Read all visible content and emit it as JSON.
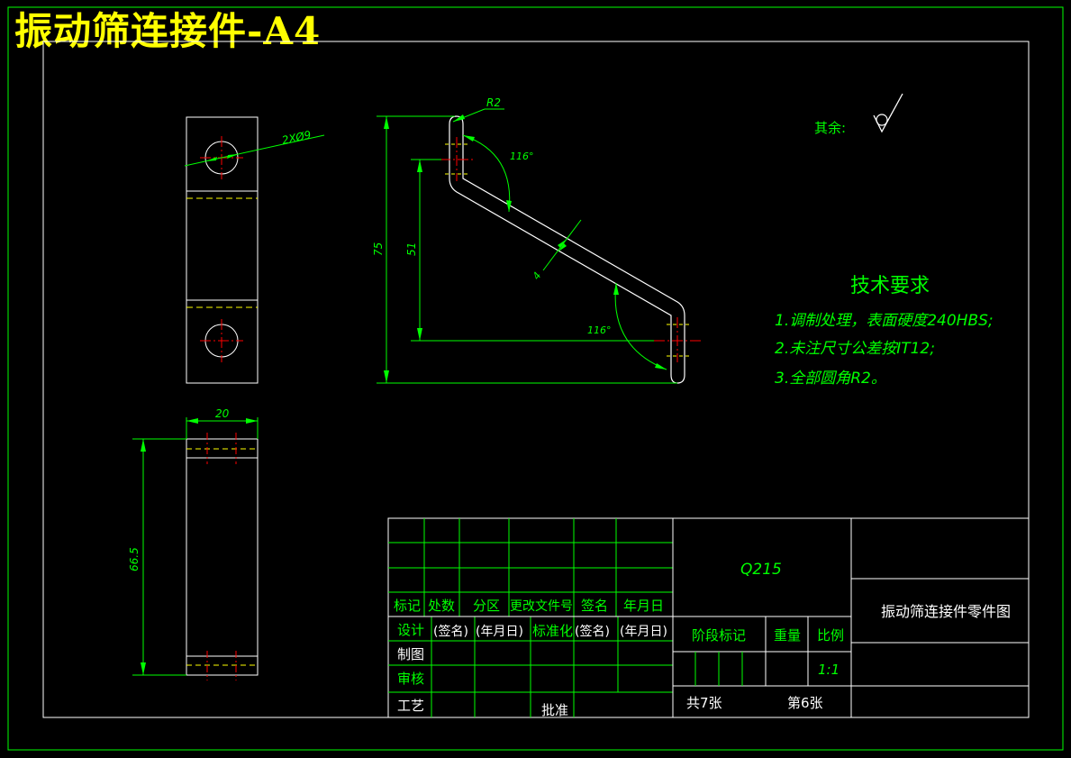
{
  "sheet": {
    "banner_title": "振动筛连接件-A4"
  },
  "dimensions": {
    "holes": "2XØ9",
    "radius": "R2",
    "height_total": "75",
    "height_inner": "51",
    "angle_top": "116°",
    "angle_bottom": "116°",
    "thickness": "4",
    "width": "20",
    "length": "66.5"
  },
  "surface": {
    "label": "其余:"
  },
  "tech_requirements": {
    "title": "技术要求",
    "items": [
      "1.调制处理，表面硬度240HBS;",
      "2.未注尺寸公差按IT12;",
      "3.全部圆角R2。"
    ]
  },
  "title_block": {
    "material": "Q215",
    "part_name": "振动筛连接件零件图",
    "headers": [
      "标记",
      "处数",
      "分区",
      "更改文件号",
      "签名",
      "年月日"
    ],
    "design_row": [
      "设计",
      "(签名)",
      "(年月日)",
      "标准化",
      "(签名)",
      "(年月日)"
    ],
    "draw_label": "制图",
    "review_label": "审核",
    "process_label": "工艺",
    "approve_label": "批准",
    "stage_label": "阶段标记",
    "weight_label": "重量",
    "scale_label": "比例",
    "scale_value": "1:1",
    "sheets_total": "共7张",
    "sheet_number": "第6张"
  },
  "colors": {
    "background": "#000000",
    "outline": "#ffffff",
    "dimension": "#00ff00",
    "centerline": "#ff0000",
    "hidden": "#ffff00",
    "banner": "#ffff00"
  }
}
